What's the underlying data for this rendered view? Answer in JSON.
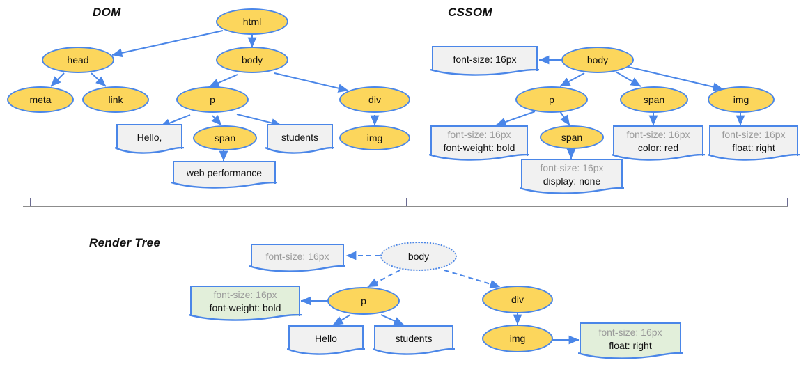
{
  "sections": {
    "dom": {
      "title": "DOM"
    },
    "cssom": {
      "title": "CSSOM"
    },
    "render": {
      "title": "Render Tree"
    }
  },
  "colors": {
    "node_fill": "#fcd65c",
    "node_border": "#4a86e8",
    "box_fill": "#f1f1f1",
    "box_fill_green": "#e2efda",
    "edge": "#4a86e8",
    "inherited_text": "#9a9a9a",
    "own_text": "#111111",
    "divider": "#8c8c8c"
  },
  "dom_tree": {
    "nodes": [
      {
        "id": "html",
        "label": "html",
        "kind": "element"
      },
      {
        "id": "head",
        "label": "head",
        "kind": "element"
      },
      {
        "id": "body",
        "label": "body",
        "kind": "element"
      },
      {
        "id": "meta",
        "label": "meta",
        "kind": "element"
      },
      {
        "id": "link",
        "label": "link",
        "kind": "element"
      },
      {
        "id": "p",
        "label": "p",
        "kind": "element"
      },
      {
        "id": "div",
        "label": "div",
        "kind": "element"
      },
      {
        "id": "hello",
        "label": "Hello,",
        "kind": "text"
      },
      {
        "id": "span",
        "label": "span",
        "kind": "element"
      },
      {
        "id": "students",
        "label": "students",
        "kind": "text"
      },
      {
        "id": "img",
        "label": "img",
        "kind": "element"
      },
      {
        "id": "webperf",
        "label": "web performance",
        "kind": "text"
      }
    ],
    "edges": [
      [
        "html",
        "head"
      ],
      [
        "html",
        "body"
      ],
      [
        "head",
        "meta"
      ],
      [
        "head",
        "link"
      ],
      [
        "body",
        "p"
      ],
      [
        "body",
        "div"
      ],
      [
        "p",
        "hello"
      ],
      [
        "p",
        "span"
      ],
      [
        "p",
        "students"
      ],
      [
        "span",
        "webperf"
      ],
      [
        "div",
        "img"
      ]
    ]
  },
  "cssom_tree": {
    "nodes": [
      {
        "id": "body",
        "label": "body",
        "kind": "element"
      },
      {
        "id": "p",
        "label": "p",
        "kind": "element"
      },
      {
        "id": "span1",
        "label": "span",
        "kind": "element"
      },
      {
        "id": "img",
        "label": "img",
        "kind": "element"
      },
      {
        "id": "span2",
        "label": "span",
        "kind": "element"
      }
    ],
    "rule_boxes": [
      {
        "id": "r_body",
        "inherited": "",
        "own": "font-size: 16px",
        "own_gray": true
      },
      {
        "id": "r_p",
        "inherited": "font-size: 16px",
        "own": "font-weight: bold"
      },
      {
        "id": "r_span2",
        "inherited": "font-size: 16px",
        "own": "display: none"
      },
      {
        "id": "r_span1",
        "inherited": "font-size: 16px",
        "own": "color: red"
      },
      {
        "id": "r_img",
        "inherited": "font-size: 16px",
        "own": "float: right"
      }
    ],
    "edges": [
      [
        "body",
        "r_body"
      ],
      [
        "body",
        "p"
      ],
      [
        "body",
        "span1"
      ],
      [
        "body",
        "img"
      ],
      [
        "p",
        "r_p"
      ],
      [
        "p",
        "span2"
      ],
      [
        "span2",
        "r_span2"
      ],
      [
        "span1",
        "r_span1"
      ],
      [
        "img",
        "r_img"
      ]
    ]
  },
  "render_tree": {
    "nodes": [
      {
        "id": "body",
        "label": "body",
        "kind": "ghost"
      },
      {
        "id": "p",
        "label": "p",
        "kind": "element"
      },
      {
        "id": "div",
        "label": "div",
        "kind": "element"
      },
      {
        "id": "img",
        "label": "img",
        "kind": "element"
      },
      {
        "id": "hello",
        "label": "Hello",
        "kind": "text"
      },
      {
        "id": "students",
        "label": "students",
        "kind": "text"
      }
    ],
    "rule_boxes": [
      {
        "id": "r_body",
        "inherited": "font-size: 16px",
        "own": "",
        "tint": "gray"
      },
      {
        "id": "r_p",
        "inherited": "font-size: 16px",
        "own": "font-weight: bold",
        "tint": "green"
      },
      {
        "id": "r_img",
        "inherited": "font-size: 16px",
        "own": "float: right",
        "tint": "green"
      }
    ],
    "edges": [
      [
        "body",
        "r_body"
      ],
      [
        "body",
        "p"
      ],
      [
        "body",
        "div"
      ],
      [
        "p",
        "r_p"
      ],
      [
        "p",
        "hello"
      ],
      [
        "p",
        "students"
      ],
      [
        "div",
        "img"
      ],
      [
        "img",
        "r_img"
      ]
    ]
  }
}
